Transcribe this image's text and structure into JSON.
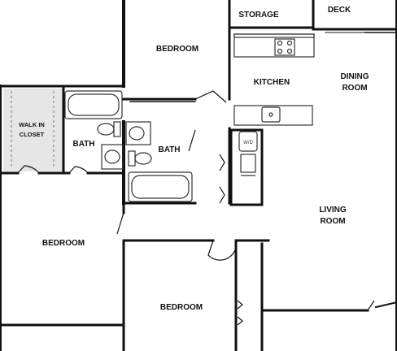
{
  "rooms": {
    "storage": "STORAGE",
    "deck": "DECK",
    "bedroom_top": "BEDROOM",
    "kitchen": "KITCHEN",
    "dining_line1": "DINING",
    "dining_line2": "ROOM",
    "walk_in_line1": "WALK IN",
    "walk_in_line2": "CLOSET",
    "bath_left": "BATH",
    "bath_center": "BATH",
    "bedroom_left": "BEDROOM",
    "living_line1": "LIVING",
    "living_line2": "ROOM",
    "bedroom_bottom": "BEDROOM"
  },
  "colors": {
    "wall": "#111111",
    "fixture": "#333333",
    "closet_shade": "#dcdcdc",
    "background": "#ffffff"
  }
}
